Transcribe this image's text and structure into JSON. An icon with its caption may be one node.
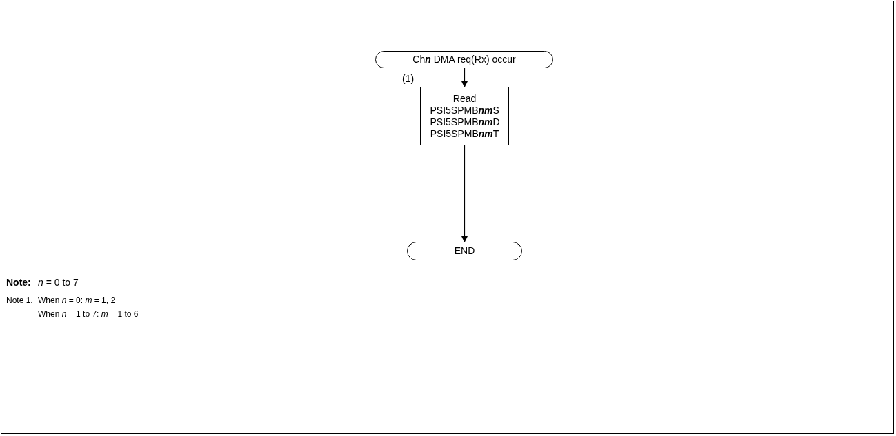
{
  "diagram": {
    "nodes": [
      {
        "text": [
          "Ch**n** DMA req(Rx) occur"
        ]
      },
      {
        "text": [
          "Read PSI5SPMB**nm**S PSI5SPMB**nm**D PSI5SPMB**nm**T"
        ],
        "beside": [
          "(1)"
        ]
      },
      {
        "text": [
          "END"
        ]
      }
    ],
    "edges": [
      {
        "from": 0,
        "to": 1,
        "arrow": "to"
      },
      {
        "from": 1,
        "to": 2,
        "arrow": "to"
      }
    ],
    "labels": [
      "Note:",
      "*n* = 0 to 7",
      "Note 1.",
      "When *n* = 0: *m* = 1, 2",
      "When *n* = 1 to 7: *m* = 1 to 6"
    ]
  }
}
